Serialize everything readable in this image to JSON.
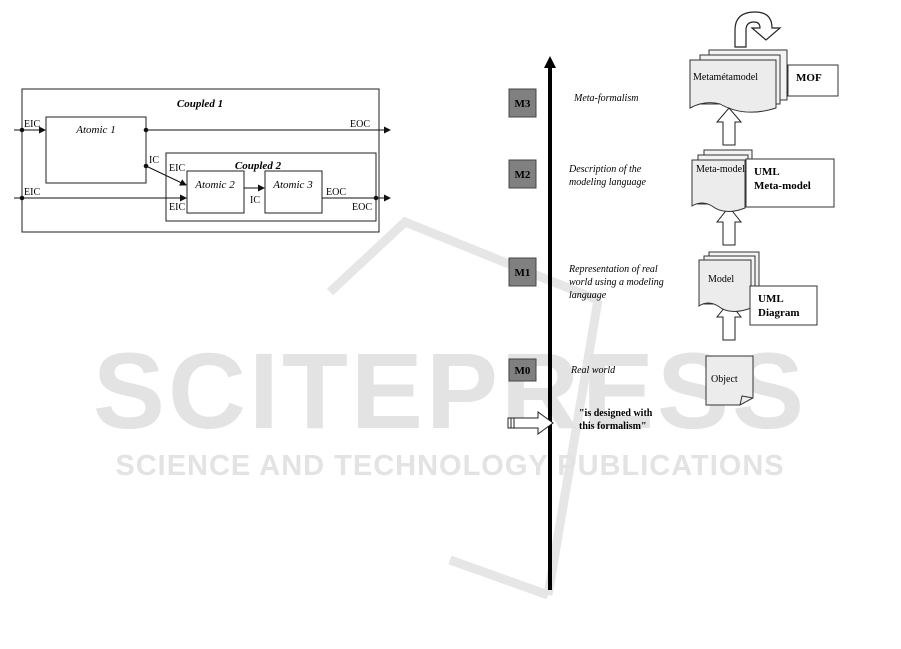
{
  "watermark": {
    "brand": "SCITEPRESS",
    "tagline": "SCIENCE AND TECHNOLOGY PUBLICATIONS",
    "color": "#e3e3e3"
  },
  "devs_diagram": {
    "coupled1_title": "Coupled 1",
    "coupled2_title": "Coupled 2",
    "atomic1": "Atomic 1",
    "atomic2": "Atomic 2",
    "atomic3": "Atomic 3",
    "eic_top": "EIC",
    "eic_bottom": "EIC",
    "eoc_top": "EOC",
    "ic_a1": "IC",
    "eic_c2_top": "EIC",
    "eic_c2_bottom": "EIC",
    "ic_a2": "IC",
    "eoc_c2_inner": "EOC",
    "eoc_c2_outer": "EOC"
  },
  "meta_diagram": {
    "levels": [
      {
        "code": "M3",
        "desc": [
          "Meta-formalism"
        ]
      },
      {
        "code": "M2",
        "desc": [
          "Description of the",
          "modeling language"
        ]
      },
      {
        "code": "M1",
        "desc": [
          "Representation of real",
          "world using a modeling",
          "language"
        ]
      },
      {
        "code": "M0",
        "desc": [
          "Real world"
        ]
      }
    ],
    "metametamodel": "Metamétamodel",
    "mof": "MOF",
    "metamodel": "Meta-model",
    "uml_meta_line1": "UML",
    "uml_meta_line2": "Meta-model",
    "model": "Model",
    "uml_diag_line1": "UML",
    "uml_diag_line2": "Diagram",
    "object": "Object",
    "legend_line1": "\"is designed with",
    "legend_line2": "this formalism\"",
    "level_box_color": "#808080",
    "doc_fill": "#ececec"
  }
}
